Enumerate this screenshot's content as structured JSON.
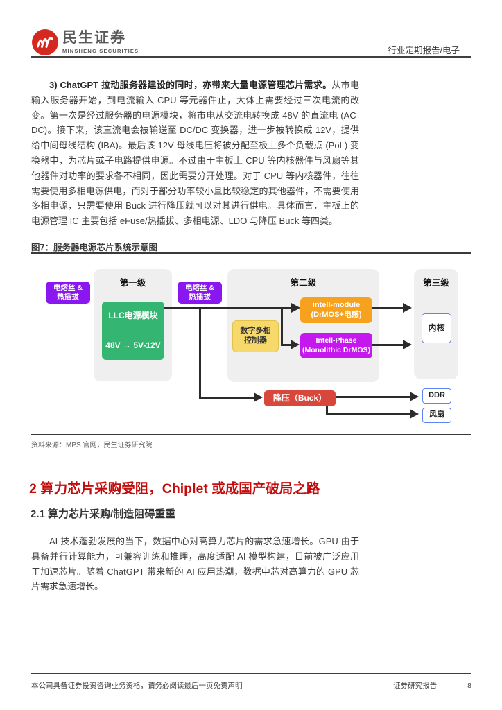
{
  "header": {
    "brand_cn": "民生证券",
    "brand_en": "MINSHENG SECURITIES",
    "report_type": "行业定期报告/电子"
  },
  "intro": {
    "lead": "3) ChatGPT 拉动服务器建设的同时，亦带来大量电源管理芯片需求。",
    "body": "从市电输入服务器开始，到电流输入 CPU 等元器件止，大体上需要经过三次电流的改变。第一次是经过服务器的电源模块，将市电从交流电转换成 48V 的直流电 (AC-DC)。接下来，该直流电会被输送至 DC/DC 变换器，进一步被转换成 12V，提供给中间母线结构 (IBA)。最后该 12V 母线电压将被分配至板上多个负载点 (PoL) 变换器中，为芯片或子电路提供电源。不过由于主板上 CPU 等内核器件与风扇等其他器件对功率的要求各不相同，因此需要分开处理。对于 CPU 等内核器件，往往需要使用多相电源供电，而对于部分功率较小且比较稳定的其他器件，不需要使用多相电源，只需要使用 Buck 进行降压就可以对其进行供电。具体而言，主板上的电源管理 IC 主要包括 eFuse/热插拔、多相电源、LDO 与降压 Buck 等四类。"
  },
  "figure": {
    "title": "图7：服务器电源芯片系统示意图",
    "source": "资料来源：MPS 官网，民生证券研究院",
    "stages": [
      "第一级",
      "第二级",
      "第三级"
    ],
    "nodes": {
      "efuse_left": "电熔丝 &\n热插拔",
      "efuse_mid": "电熔丝 &\n热插拔",
      "llc_title": "LLC电源模块",
      "llc_conversion": "48V → 5V-12V",
      "digital_controller": "数字多相\n控制器",
      "intell_module": "intell-module\n(DrMOS+电感)",
      "intell_phase": "Intell-Phase\n(Monolithic DrMOS)",
      "core": "内核",
      "buck": "降压（Buck）",
      "ddr": "DDR",
      "fan": "风扇"
    },
    "colors": {
      "efuse": "#8a16f0",
      "llc": "#35b572",
      "digital_controller": "#f7d96b",
      "intell_module": "#f6a21f",
      "intell_phase": "#c418ef",
      "buck": "#d8473b",
      "stage_bg": "#efefef",
      "endpoint_border": "#5b85f0",
      "connector": "#2b2b2b"
    }
  },
  "section": {
    "title": "2 算力芯片采购受阻，Chiplet 或成国产破局之路",
    "subtitle": "2.1 算力芯片采购/制造阻碍重重",
    "paragraph": "AI 技术蓬勃发展的当下，数据中心对高算力芯片的需求急速增长。GPU 由于具备并行计算能力，可兼容训练和推理，高度适配 AI 模型构建，目前被广泛应用于加速芯片。随着 ChatGPT 带来新的 AI 应用热潮，数据中芯对高算力的 GPU 芯片需求急速增长。",
    "accent_color": "#c30b0b"
  },
  "footer": {
    "disclaimer": "本公司具备证券投资咨询业务资格，请务必阅读最后一页免责声明",
    "report_label": "证券研究报告",
    "page_number": "8"
  }
}
